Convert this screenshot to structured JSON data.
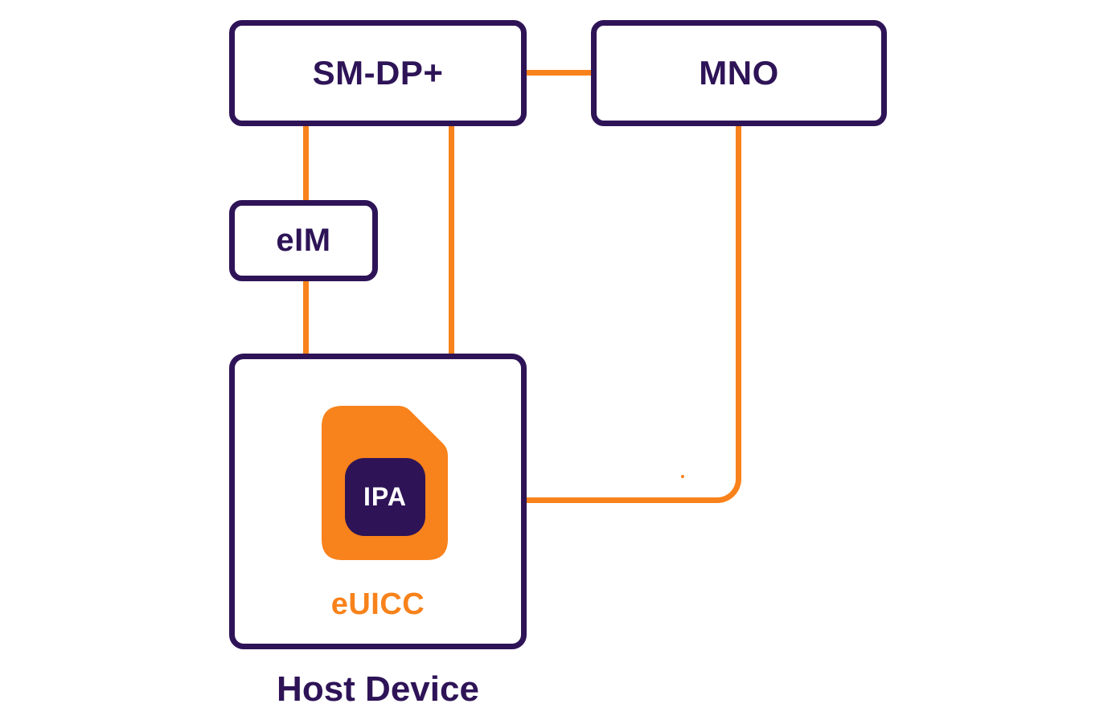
{
  "diagram": {
    "type": "architecture-diagram",
    "topic": "eSIM IoT remote provisioning architecture",
    "nodes": {
      "smdp": {
        "label": "SM-DP+"
      },
      "mno": {
        "label": "MNO"
      },
      "eim": {
        "label": "eIM"
      },
      "host_device": {
        "label": "Host Device"
      },
      "euicc": {
        "label": "eUICC"
      },
      "ipa": {
        "label": "IPA"
      }
    },
    "connections": [
      {
        "from": "SM-DP+",
        "to": "MNO"
      },
      {
        "from": "SM-DP+",
        "to": "eIM"
      },
      {
        "from": "eIM",
        "to": "Host Device"
      },
      {
        "from": "SM-DP+",
        "to": "Host Device"
      },
      {
        "from": "MNO",
        "to": "Host Device"
      }
    ],
    "colors": {
      "outline_purple": "#2e1457",
      "connector_orange": "#f8821b",
      "background": "#ffffff",
      "ipa_text": "#ffffff"
    }
  }
}
